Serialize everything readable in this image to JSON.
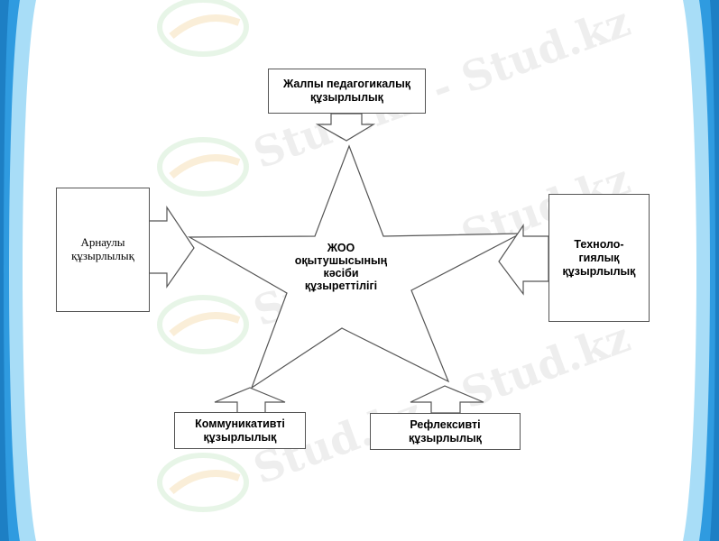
{
  "center": {
    "lines": [
      "ЖОО",
      "оқытушысының",
      "кәсіби",
      "құзыреттілігі"
    ]
  },
  "boxes": {
    "top": [
      "Жалпы педагогикалық",
      "құзырлылық"
    ],
    "left": [
      "Арнаулы",
      "құзырлылық"
    ],
    "right": [
      "Техноло-",
      "гиялық",
      "құзырлылық"
    ],
    "bottom_left": [
      "Коммуникативті",
      "құзырлылық"
    ],
    "bottom_right": [
      "Рефлексивті",
      "құзырлылық"
    ]
  },
  "watermark": "Stud.kz - Stud.kz",
  "colors": {
    "frame": "#2f9be0",
    "frame_light": "#a8ddf7",
    "stroke": "#555555"
  }
}
